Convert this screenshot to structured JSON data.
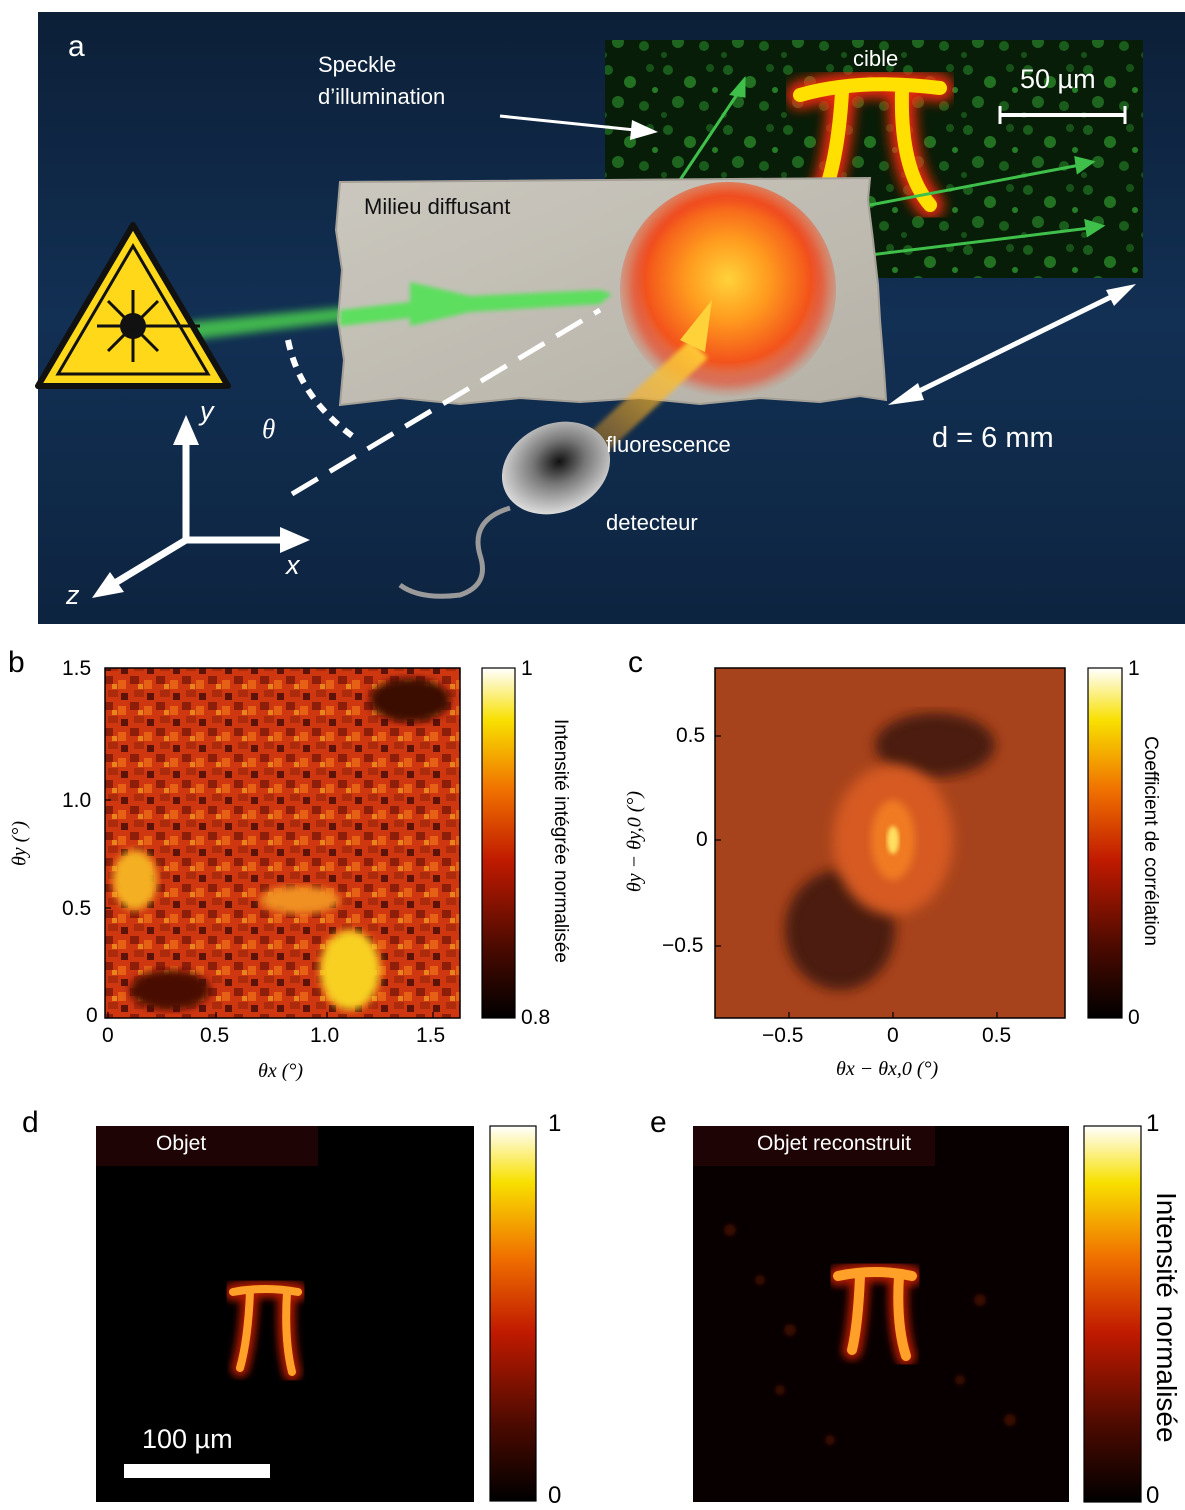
{
  "panel_a": {
    "label": "a",
    "speckle_label_1": "Speckle",
    "speckle_label_2": "d’illumination",
    "target_label": "cible",
    "scale_bar": "50 µm",
    "medium_label": "Milieu diffusant",
    "fluorescence_label": "fluorescence",
    "detector_label": "detecteur",
    "distance_label": "d = 6 mm",
    "theta_label": "θ",
    "axis_x": "x",
    "axis_y": "y",
    "axis_z": "z",
    "colors": {
      "background_top": "#0d2038",
      "background_bottom": "#142f52",
      "beam": "#4ed84e",
      "fluorescence": "#f7b21a"
    }
  },
  "panel_b": {
    "label": "b",
    "xlabel": "θx (°)",
    "ylabel": "θy (°)",
    "colorbar_label": "Intensité intégrée normalisée",
    "colorbar_max": "1",
    "colorbar_min": "0.8",
    "x_ticks": [
      "0",
      "0.5",
      "1.0",
      "1.5"
    ],
    "y_ticks": [
      "0",
      "0.5",
      "1.0",
      "1.5"
    ]
  },
  "panel_c": {
    "label": "c",
    "xlabel": "θx − θx,0 (°)",
    "ylabel": "θy − θy,0 (°)",
    "colorbar_label": "Coefficient de corrélation",
    "colorbar_max": "1",
    "colorbar_min": "0",
    "x_ticks": [
      "−0.5",
      "0",
      "0.5"
    ],
    "y_ticks": [
      "0.5",
      "0",
      "−0.5"
    ]
  },
  "panel_d": {
    "label": "d",
    "title": "Objet",
    "scale_bar": "100 µm",
    "colorbar_max": "1",
    "colorbar_min": "0"
  },
  "panel_e": {
    "label": "e",
    "title": "Objet reconstruit",
    "colorbar_label": "Intensité normalisée",
    "colorbar_max": "1",
    "colorbar_min": "0"
  },
  "chart_data": [
    {
      "type": "heatmap",
      "panel": "b",
      "xlabel": "θx (°)",
      "ylabel": "θy (°)",
      "xlim": [
        0,
        1.6
      ],
      "ylim": [
        0,
        1.5
      ],
      "x_ticks": [
        0,
        0.5,
        1.0,
        1.5
      ],
      "y_ticks": [
        0,
        0.5,
        1.0,
        1.5
      ],
      "colorbar": {
        "min": 0.8,
        "max": 1,
        "label": "Intensité intégrée normalisée"
      }
    },
    {
      "type": "heatmap",
      "panel": "c",
      "xlabel": "θx − θx,0 (°)",
      "ylabel": "θy − θy,0 (°)",
      "xlim": [
        -0.8,
        0.8
      ],
      "ylim": [
        -0.8,
        0.8
      ],
      "x_ticks": [
        -0.5,
        0,
        0.5
      ],
      "y_ticks": [
        -0.5,
        0,
        0.5
      ],
      "colorbar": {
        "min": 0,
        "max": 1,
        "label": "Coefficient de corrélation"
      }
    },
    {
      "type": "heatmap",
      "panel": "d",
      "colorbar": {
        "min": 0,
        "max": 1
      }
    },
    {
      "type": "heatmap",
      "panel": "e",
      "colorbar": {
        "min": 0,
        "max": 1,
        "label": "Intensité normalisée"
      }
    }
  ]
}
